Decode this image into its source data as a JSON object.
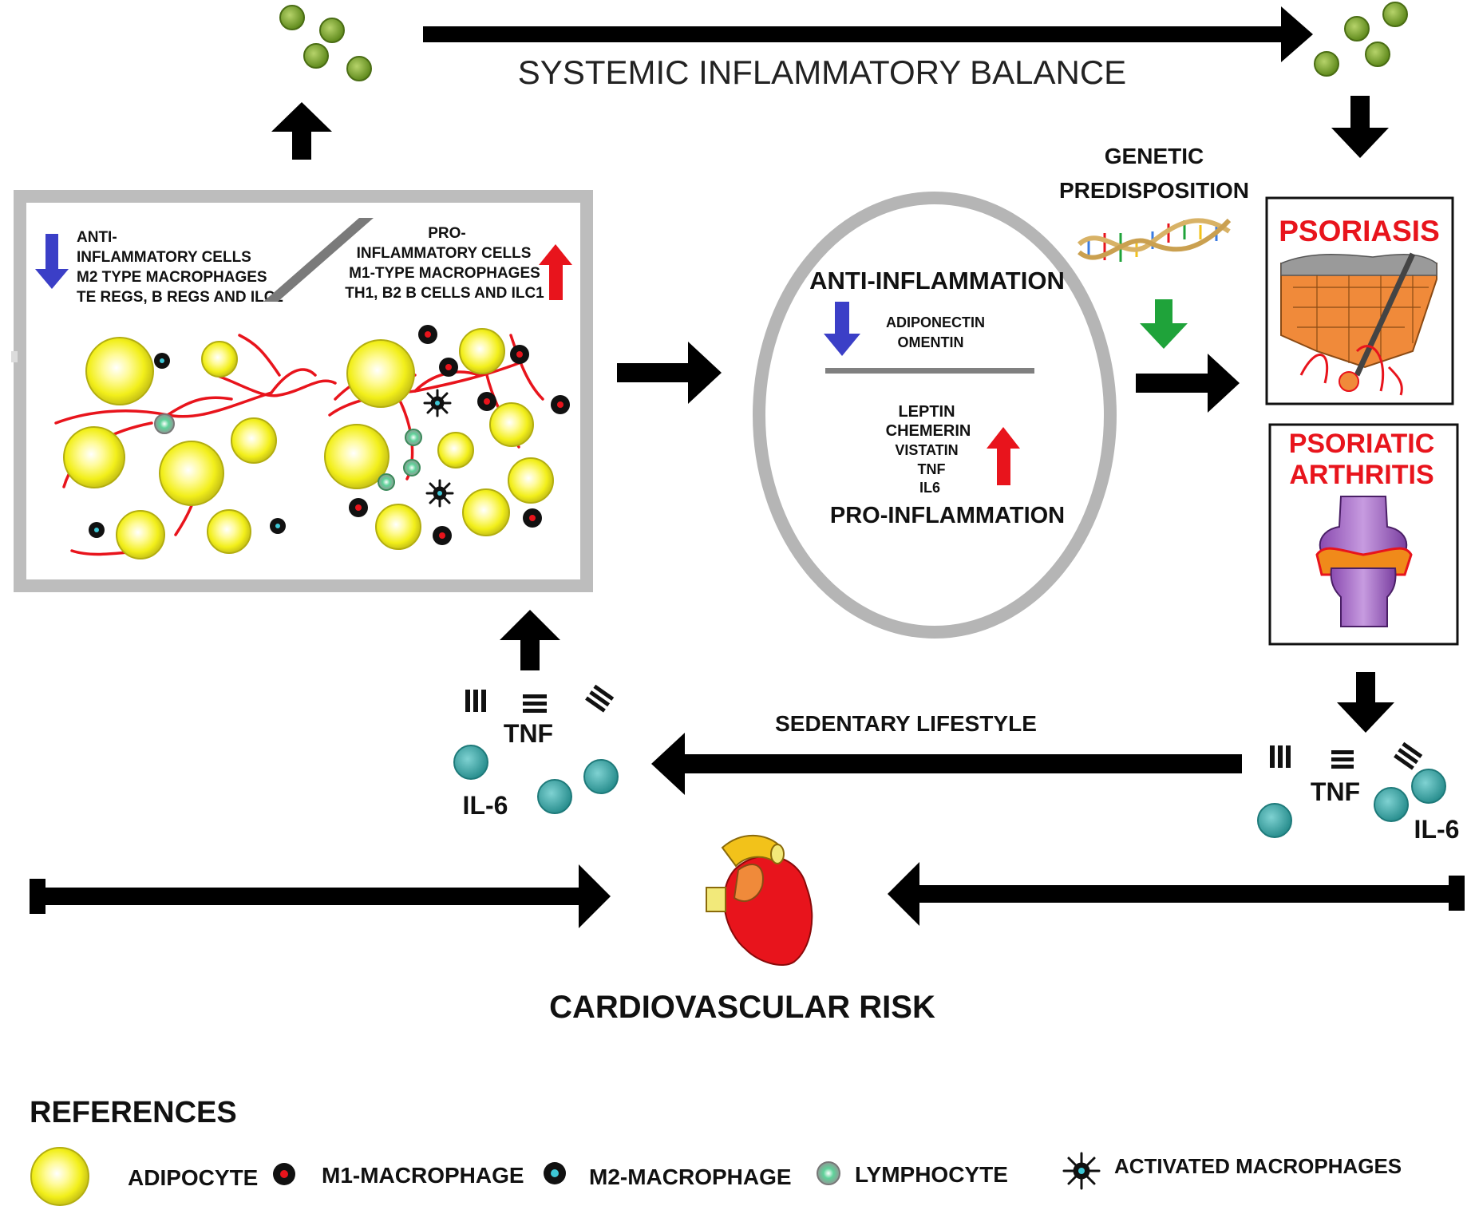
{
  "header": {
    "title": "SYSTEMIC INFLAMMATORY BALANCE"
  },
  "tissue_panel": {
    "anti": {
      "line1": "ANTI-",
      "line2": "INFLAMMATORY CELLS",
      "line3": "M2 TYPE MACROPHAGES",
      "line4": "TE REGS, B REGS AND ILC2"
    },
    "pro": {
      "line1": "PRO-",
      "line2": "INFLAMMATORY CELLS",
      "line3": "M1-TYPE MACROPHAGES",
      "line4": "TH1, B2 B CELLS AND ILC1"
    }
  },
  "adipokine_circle": {
    "anti_title": "ANTI-INFLAMMATION",
    "anti_items": [
      "ADIPONECTIN",
      "OMENTIN"
    ],
    "pro_items": [
      "LEPTIN",
      "CHEMERIN",
      "VISTATIN",
      "TNF",
      "IL6"
    ],
    "pro_title": "PRO-INFLAMMATION"
  },
  "genetic": {
    "line1": "GENETIC",
    "line2": "PREDISPOSITION"
  },
  "conditions": {
    "psoriasis": "PSORIASIS",
    "psa_line1": "PSORIATIC",
    "psa_line2": "ARTHRITIS"
  },
  "cytokines": {
    "tnf": "TNF",
    "il6": "IL-6",
    "lifestyle": "SEDENTARY LIFESTYLE"
  },
  "outcome": {
    "label": "CARDIOVASCULAR RISK"
  },
  "references": {
    "title": "REFERENCES",
    "adipocyte": "ADIPOCYTE",
    "m1": "M1-MACROPHAGE",
    "m2": "M2-MACROPHAGE",
    "lymphocyte": "LYMPHOCYTE",
    "activated": "ACTIVATED MACROPHAGES"
  },
  "colors": {
    "arrow": "#000000",
    "down_arrow": "#3b3fc7",
    "up_arrow": "#e8141c",
    "genetic_arrow": "#1fa33a",
    "condition_text": "#e8141c",
    "adipocyte": "#f2ef1a",
    "il6_cell": "#3aa6a6",
    "systemic_cell": "#7ba32a",
    "vessel": "#e8141c"
  }
}
